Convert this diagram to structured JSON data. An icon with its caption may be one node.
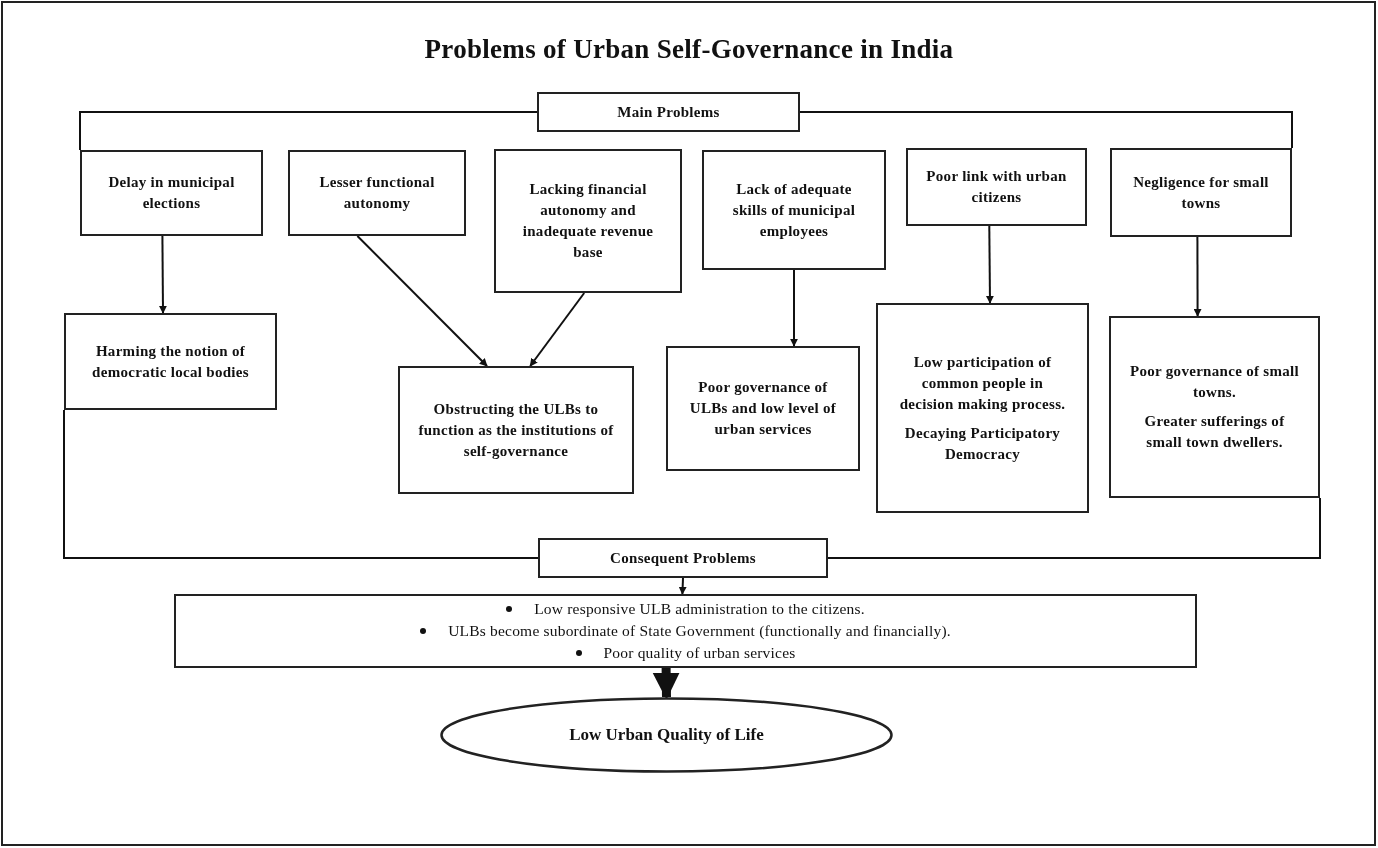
{
  "diagram": {
    "title": "Problems of Urban Self-Governance in India",
    "nodes": [
      {
        "text": [
          "Main Problems"
        ]
      },
      {
        "text": [
          "Delay in municipal elections"
        ]
      },
      {
        "text": [
          "Lesser functional autonomy"
        ]
      },
      {
        "text": [
          "Lacking financial autonomy and inadequate revenue base"
        ]
      },
      {
        "text": [
          "Lack of adequate skills of municipal employees"
        ]
      },
      {
        "text": [
          "Poor link with urban citizens"
        ]
      },
      {
        "text": [
          "Negligence for small towns"
        ]
      },
      {
        "text": [
          "Harming the notion of democratic local bodies"
        ]
      },
      {
        "text": [
          "Obstructing the ULBs to function as the institutions of self-governance"
        ]
      },
      {
        "text": [
          "Poor governance of ULBs and low level of urban services"
        ]
      },
      {
        "text": [
          "Low participation of common people in decision making process.",
          "Decaying Participatory Democracy"
        ]
      },
      {
        "text": [
          "Poor governance of small towns.",
          "Greater sufferings of small town dwellers."
        ]
      },
      {
        "text": [
          "Consequent Problems"
        ]
      },
      {
        "text": [
          "Low responsive ULB administration to the citizens.",
          "ULBs become subordinate of State Government (functionally and financially).",
          "Poor quality of urban services"
        ]
      },
      {
        "text": [
          "Low Urban Quality of Life"
        ]
      }
    ],
    "edges": [
      {
        "from": 0,
        "to": 1,
        "arrow": "none"
      },
      {
        "from": 0,
        "to": 6,
        "arrow": "none"
      },
      {
        "from": 1,
        "to": 7,
        "arrow": "to"
      },
      {
        "from": 2,
        "to": 8,
        "arrow": "to"
      },
      {
        "from": 3,
        "to": 8,
        "arrow": "to"
      },
      {
        "from": 4,
        "to": 9,
        "arrow": "to"
      },
      {
        "from": 5,
        "to": 10,
        "arrow": "to"
      },
      {
        "from": 6,
        "to": 11,
        "arrow": "to"
      },
      {
        "from": 7,
        "to": 12,
        "arrow": "none"
      },
      {
        "from": 11,
        "to": 12,
        "arrow": "none"
      },
      {
        "from": 12,
        "to": 13,
        "arrow": "to"
      },
      {
        "from": 13,
        "to": 14,
        "arrow": "to",
        "style": "thick"
      }
    ]
  }
}
